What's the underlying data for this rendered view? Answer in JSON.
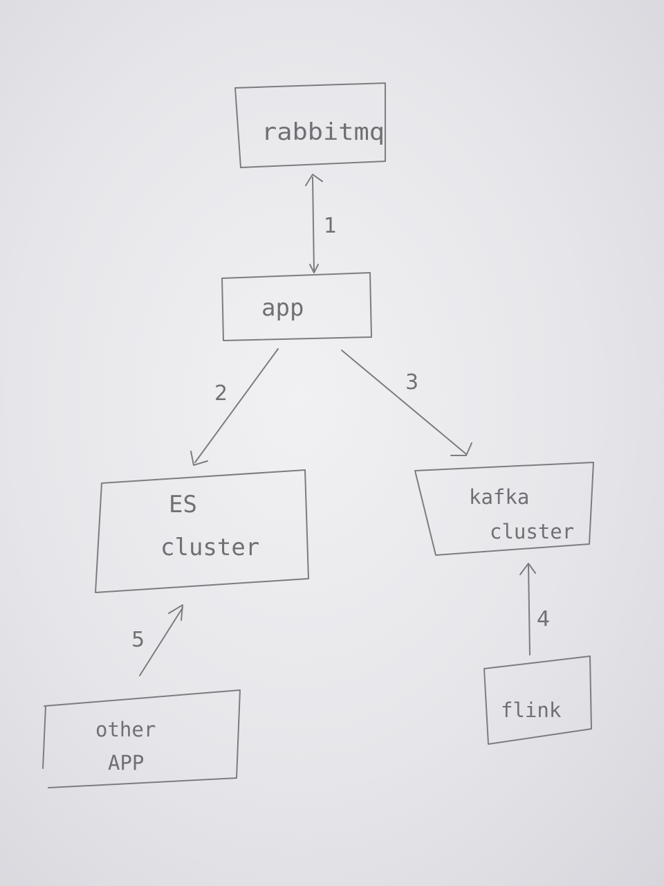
{
  "diagram": {
    "nodes": [
      {
        "id": "rabbitmq",
        "lines": [
          "rabbitmq"
        ]
      },
      {
        "id": "app",
        "lines": [
          "app"
        ]
      },
      {
        "id": "es",
        "lines": [
          "ES",
          "cluster"
        ]
      },
      {
        "id": "kafka",
        "lines": [
          "kafka",
          "cluster"
        ]
      },
      {
        "id": "flink",
        "lines": [
          "flink"
        ]
      },
      {
        "id": "other",
        "lines": [
          "other",
          "APP"
        ]
      }
    ],
    "edges": [
      {
        "from": "app",
        "to": "rabbitmq",
        "label": "1",
        "bidirectional": true
      },
      {
        "from": "app",
        "to": "es",
        "label": "2",
        "bidirectional": false
      },
      {
        "from": "app",
        "to": "kafka",
        "label": "3",
        "bidirectional": false
      },
      {
        "from": "flink",
        "to": "kafka",
        "label": "4",
        "bidirectional": false
      },
      {
        "from": "other",
        "to": "es",
        "label": "5",
        "bidirectional": false
      }
    ],
    "colors": {
      "ink": "#7b7b80",
      "paper": "#ebebee"
    }
  }
}
